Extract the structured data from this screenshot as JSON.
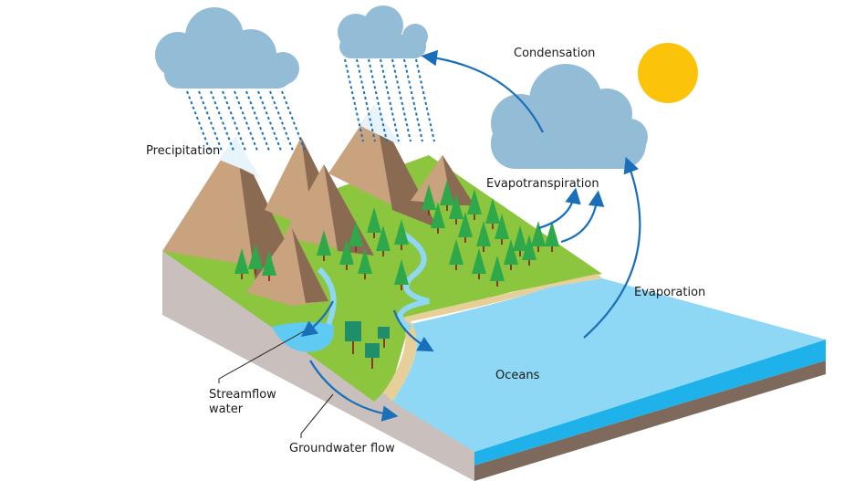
{
  "labels": {
    "precipitation": "Precipitation",
    "condensation": "Condensation",
    "evapotranspiration": "Evapotranspiration",
    "evaporation": "Evaporation",
    "oceans": "Oceans",
    "streamflow_line1": "Streamflow",
    "streamflow_line2": "water",
    "groundwater": "Groundwater flow"
  },
  "colors": {
    "cloud": "#93bcd6",
    "sun": "#fcc30b",
    "grass": "#8cc63f",
    "mountain": "#c9a27e",
    "mountain_shadow": "#8b6a52",
    "ocean": "#8ed8f5",
    "ocean_side": "#1fb2ea",
    "soil": "#c9bfbd",
    "arrow": "#1a6fba"
  }
}
